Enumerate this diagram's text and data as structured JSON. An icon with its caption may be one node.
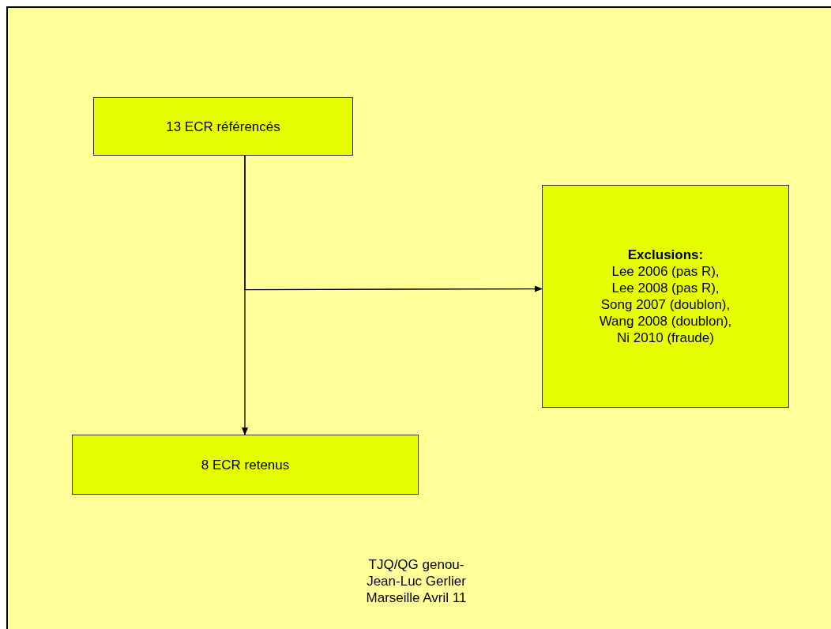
{
  "diagram": {
    "nodes": [
      {
        "text": [
          "13 ECR référencés"
        ]
      },
      {
        "text": [
          "Exclusions:",
          "Lee 2006 (pas R),",
          "Lee 2008 (pas R),",
          "Song 2007 (doublon),",
          "Wang 2008 (doublon),",
          "Ni 2010 (fraude)"
        ]
      },
      {
        "text": [
          "8 ECR retenus"
        ]
      }
    ],
    "edges": [
      {
        "from": 0,
        "to": 1,
        "arrow": "to"
      },
      {
        "from": 0,
        "to": 2,
        "arrow": "to"
      }
    ],
    "labels": [
      "TJQ/QG genou- Jean-Luc Gerlier Marseille Avril 11"
    ]
  }
}
